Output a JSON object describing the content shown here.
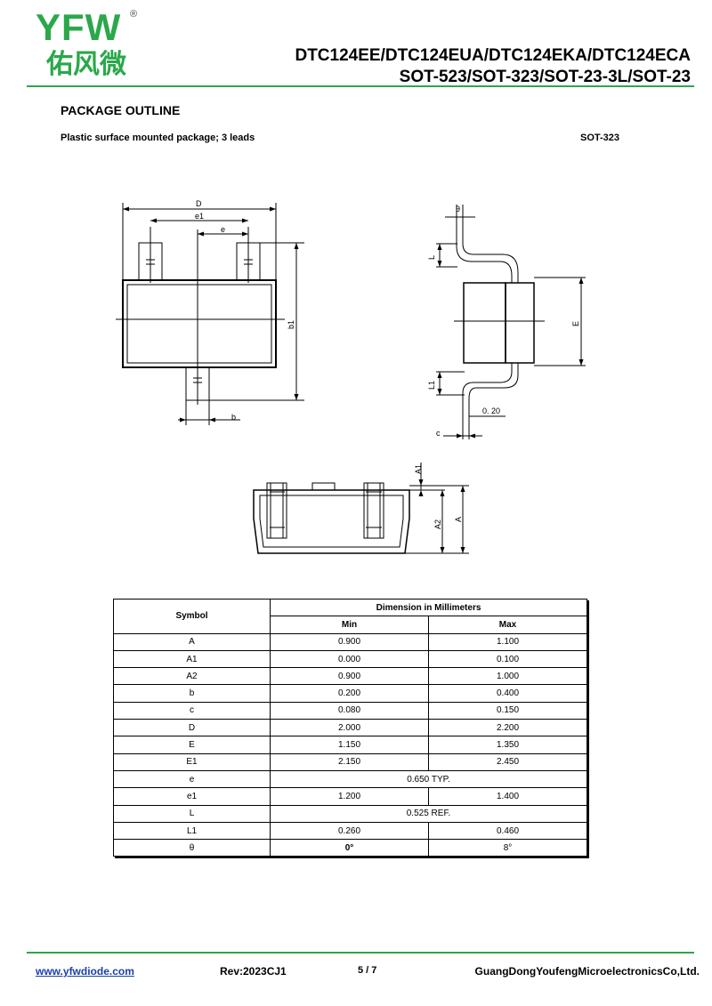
{
  "brand": {
    "logo_text": "YFW",
    "registered_mark": "®",
    "logo_cn": "佑风微"
  },
  "header": {
    "title_line1": "DTC124EE/DTC124EUA/DTC124EKA/DTC124ECA",
    "title_line2": "SOT-523/SOT-323/SOT-23-3L/SOT-23"
  },
  "section": {
    "title": "PACKAGE OUTLINE",
    "subtitle": "Plastic surface mounted package; 3 leads",
    "package": "SOT-323"
  },
  "drawing_labels": {
    "D": "D",
    "e1": "e1",
    "e": "e",
    "b1": "b1",
    "b": "b",
    "theta": "θ",
    "L": "L",
    "E": "E",
    "L1": "L1",
    "c": "c",
    "dim020": "0. 20",
    "A1": "A1",
    "A2": "A2",
    "A": "A"
  },
  "colors": {
    "accent_green": "#2aa84a",
    "link_blue": "#1a3fa8"
  },
  "table": {
    "symbol_header": "Symbol",
    "group_header": "Dimension in Millimeters",
    "min_header": "Min",
    "max_header": "Max",
    "rows": [
      {
        "symbol": "A",
        "min": "0.900",
        "max": "1.100"
      },
      {
        "symbol": "A1",
        "min": "0.000",
        "max": "0.100"
      },
      {
        "symbol": "A2",
        "min": "0.900",
        "max": "1.000"
      },
      {
        "symbol": "b",
        "min": "0.200",
        "max": "0.400"
      },
      {
        "symbol": "c",
        "min": "0.080",
        "max": "0.150"
      },
      {
        "symbol": "D",
        "min": "2.000",
        "max": "2.200"
      },
      {
        "symbol": "E",
        "min": "1.150",
        "max": "1.350"
      },
      {
        "symbol": "E1",
        "min": "2.150",
        "max": "2.450"
      },
      {
        "symbol": "e",
        "merged": "0.650 TYP."
      },
      {
        "symbol": "e1",
        "min": "1.200",
        "max": "1.400"
      },
      {
        "symbol": "L",
        "merged": "0.525 REF."
      },
      {
        "symbol": "L1",
        "min": "0.260",
        "max": "0.460"
      },
      {
        "symbol": "θ",
        "min": "0°",
        "max": "8°"
      }
    ]
  },
  "footer": {
    "website": "www.yfwdiode.com",
    "revision": "Rev:2023CJ1",
    "page": "5 / 7",
    "company": "GuangDongYoufengMicroelectronicsCo,Ltd."
  }
}
